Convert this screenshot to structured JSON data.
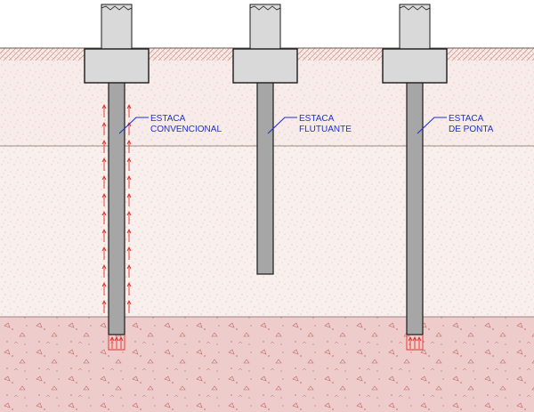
{
  "piles": [
    {
      "id": "conventional",
      "label_line1": "ESTACA",
      "label_line2": "CONVENCIONAL",
      "shaft_friction": true,
      "tip_resistance": true
    },
    {
      "id": "floating",
      "label_line1": "ESTACA",
      "label_line2": "FLUTUANTE",
      "shaft_friction": false,
      "tip_resistance": false
    },
    {
      "id": "end-bearing",
      "label_line1": "ESTACA",
      "label_line2": "DE PONTA",
      "shaft_friction": false,
      "tip_resistance": true
    }
  ],
  "colors": {
    "soil_top": "#f7ecea",
    "soil_middle": "#f9efed",
    "soil_bottom": "#eecccc",
    "surface_hatch": "#e8c4bb",
    "concrete": "#d9d9d9",
    "pile": "#a6a6a6",
    "outline": "#1a1a1a",
    "arrow": "#e0302a",
    "label": "#1f2fd6"
  }
}
